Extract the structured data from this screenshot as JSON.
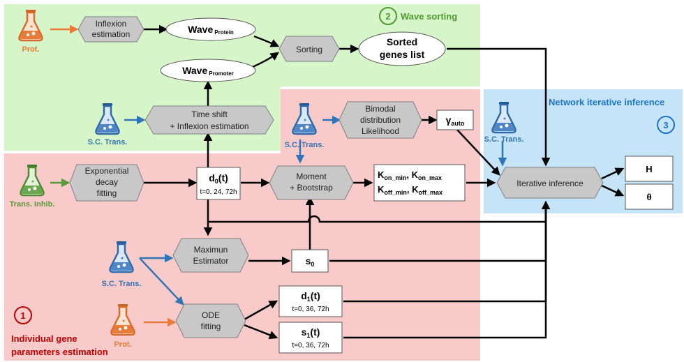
{
  "colors": {
    "section1": "#f9caca",
    "section2": "#d6f5c8",
    "section3": "#c6e4f7",
    "hex_fill": "#c8c8c8",
    "orange": "#e87a3a",
    "blue": "#2e75b6",
    "green": "#5b9a3a",
    "red": "#c00000"
  },
  "sections": {
    "s1": {
      "number": "1",
      "title_line1": "Individual gene",
      "title_line2": "parameters estimation"
    },
    "s2": {
      "number": "2",
      "title": "Wave sorting"
    },
    "s3": {
      "number": "3",
      "title": "Network iterative inference"
    }
  },
  "flasks": {
    "prot_top": "Prot.",
    "sct_wave": "S.C. Trans.",
    "trans_inhib": "Trans. Inhib.",
    "sct_bimodal": "S.C. Trans.",
    "sct_network": "S.C. Trans.",
    "sct_mle": "S.C. Trans.",
    "prot_bottom": "Prot."
  },
  "nodes": {
    "inflexion": [
      "Inflexion",
      "estimation"
    ],
    "timeshift": [
      "Time shift",
      "+ Inflexion estimation"
    ],
    "sorting": "Sorting",
    "wave_protein": {
      "main": "Wave",
      "sub": "Protein"
    },
    "wave_promoter": {
      "main": "Wave",
      "sub": "Promoter"
    },
    "sorted_genes": [
      "Sorted",
      "genes list"
    ],
    "exp_decay": [
      "Exponential",
      "decay",
      "fitting"
    ],
    "bimodal": [
      "Bimodal",
      "distribution",
      "Likelihood"
    ],
    "moment": [
      "Moment",
      "+ Bootstrap"
    ],
    "maximum": [
      "Maximun",
      "Estimator"
    ],
    "ode": [
      "ODE",
      "fitting"
    ],
    "iterative": "Iterative inference",
    "d0": {
      "name": "d",
      "sub": "0",
      "suffix": "(t)",
      "times": "t=0, 24, 72h"
    },
    "d1": {
      "name": "d",
      "sub": "1",
      "suffix": "(t)",
      "times": "t=0, 36, 72h"
    },
    "s1": {
      "name": "s",
      "sub": "1",
      "suffix": "(t)",
      "times": "t=0, 36, 72h"
    },
    "s0": {
      "name": "s",
      "sub": "0"
    },
    "gamma": {
      "name": "γ",
      "sub": "auto"
    },
    "kon": {
      "k1": "K",
      "k1sub": "on_min",
      "k2": "K",
      "k2sub": "on_max",
      "k3": "K",
      "k3sub": "off_min",
      "k4": "K",
      "k4sub": "off_max"
    },
    "H": "H",
    "theta": "θ"
  }
}
